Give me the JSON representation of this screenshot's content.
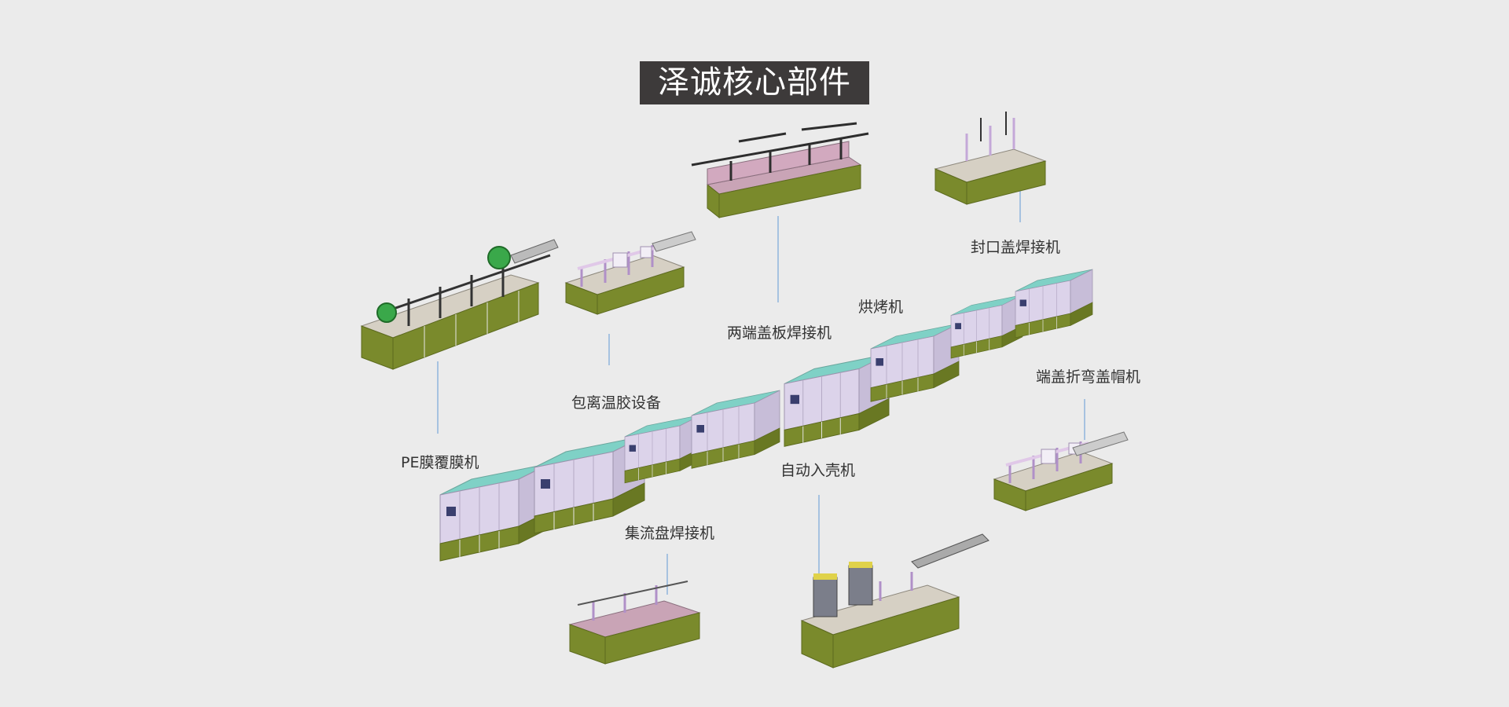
{
  "title": "泽诚核心部件",
  "labels": {
    "pe_film": "PE膜覆膜机",
    "wrap_glue": "包离温胶设备",
    "end_plate_weld": "两端盖板焊接机",
    "baking": "烘烤机",
    "cap_weld": "封口盖焊接机",
    "cap_bend": "端盖折弯盖帽机",
    "auto_case": "自动入壳机",
    "collector_weld": "集流盘焊接机"
  },
  "colors": {
    "background": "#ebebeb",
    "title_bg": "#3d3a3a",
    "leader_line": "#8fb4dc",
    "machine_base": "#7a8a2c",
    "machine_cabinet": "#d9d2e6",
    "machine_top": "#7fd1c6"
  }
}
